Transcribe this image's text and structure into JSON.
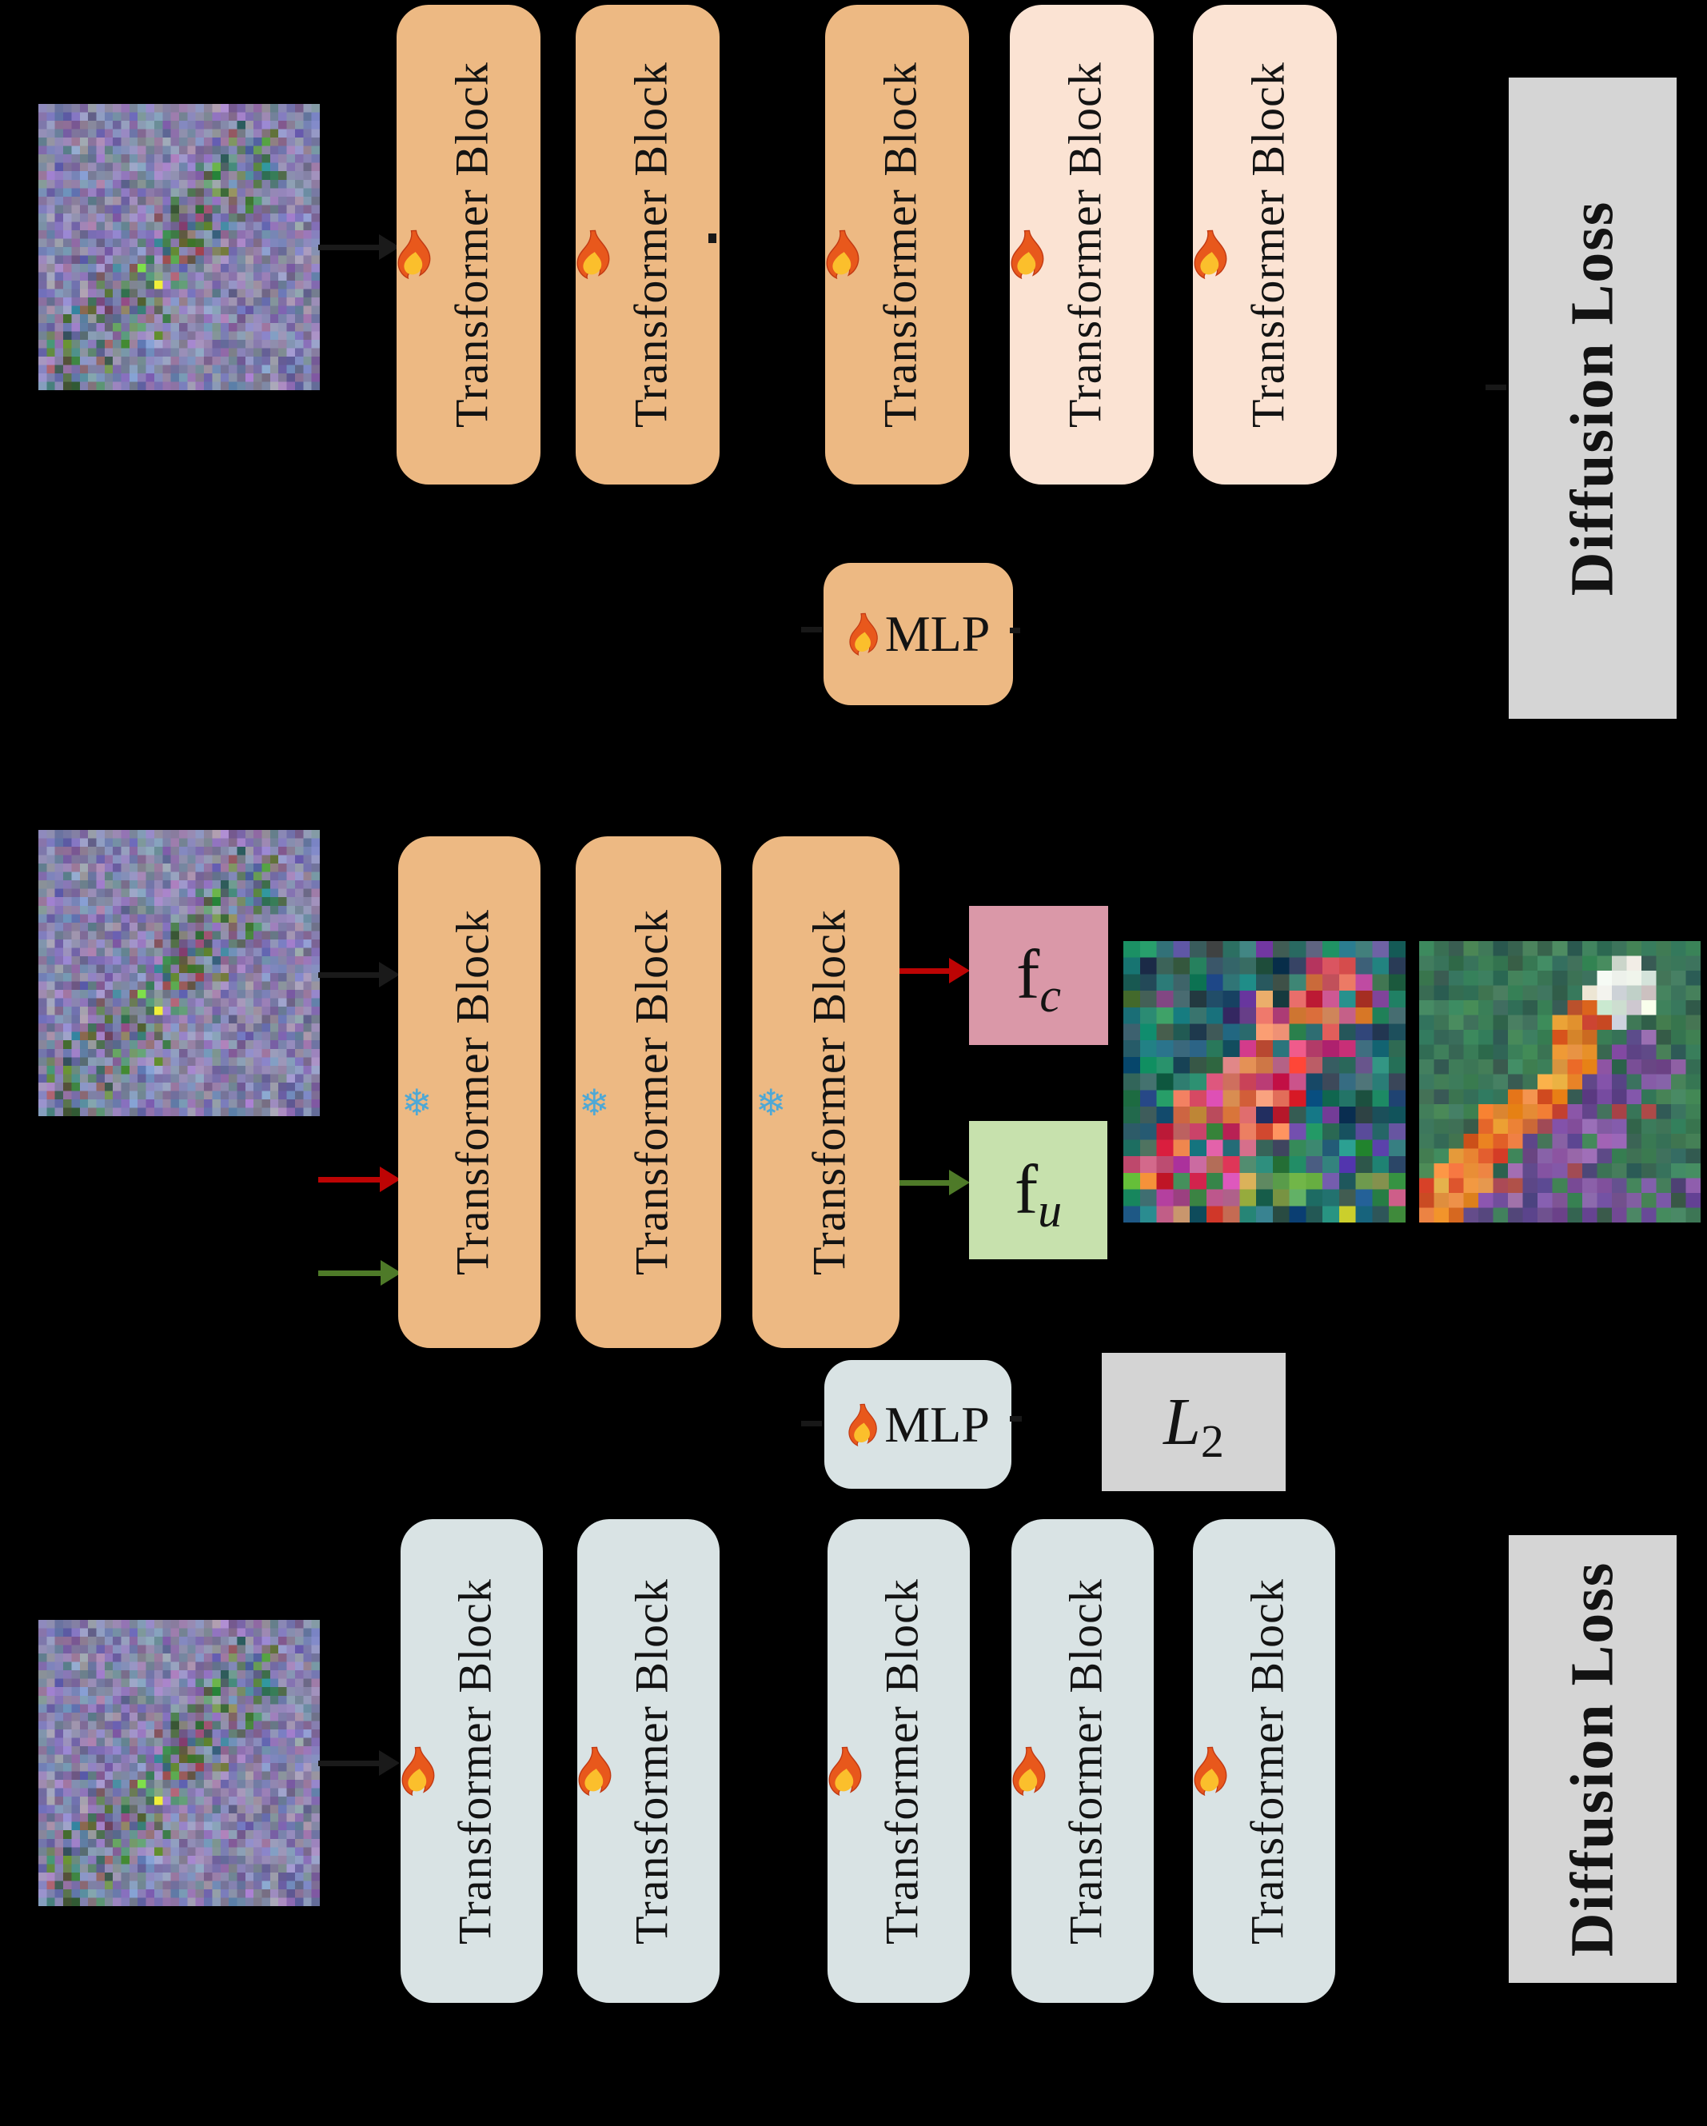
{
  "labels": {
    "transformer_block": "Transformer Block",
    "mlp": "MLP",
    "diffusion_loss": "Diffusion Loss"
  },
  "boxes": {
    "fc": {
      "base": "f",
      "sub": "c"
    },
    "fu": {
      "base": "f",
      "sub": "u"
    },
    "l2": {
      "base": "L",
      "sub": "2"
    }
  },
  "icons": {
    "snowflake": "❄",
    "fire": "🔥"
  },
  "colors": {
    "background": "#000000",
    "trainable_block_orange": "#EDB983",
    "trainable_block_peach": "#FBE3D3",
    "trainable_block_bluegray": "#D9E3E4",
    "loss_gray": "#D5D5D5",
    "l2_gray": "#D4D4D4",
    "fc_pink": "#DA98A8",
    "fu_green": "#C7E1AD",
    "arrow_black": "#1A1A1A",
    "arrow_red": "#BD0404",
    "arrow_green": "#4E7A28",
    "snowflake_blue": "#4FA8D5",
    "text": "#131313"
  },
  "pixel_images": {
    "input": {
      "seed": 11,
      "cells": 34,
      "bg": [
        "#8d89b2",
        "#807da8",
        "#9792bb",
        "#74719e",
        "#8a86ae",
        "#9b96c0",
        "#6e6c98",
        "#857fa6"
      ],
      "bg_jitter": 22,
      "line": {
        "u1": 0.14,
        "v1": 0.9,
        "u2": 0.74,
        "v2": 0.22,
        "w": 0.13
      },
      "bird": [
        "#56794e",
        "#47704a",
        "#6b8a58",
        "#9a6a7a",
        "#4a7a8a",
        "#8a5a6a",
        "#3f6b44",
        "#7a9a66",
        "#607f8f"
      ],
      "bird_jitter": 30,
      "bird_p": 0.5,
      "accents": [
        {
          "u": 0.42,
          "v": 0.63,
          "c": "#f0ee3a"
        },
        {
          "u": 0.38,
          "v": 0.58,
          "c": "#7ee04a"
        }
      ]
    },
    "noisy_output": {
      "seed": 5,
      "cells": 17,
      "bg": [
        "#2a6b68",
        "#1f5868",
        "#2f7a70",
        "#31566e",
        "#254f58",
        "#3a7a6c",
        "#203f52",
        "#2a8a7a",
        "#6a4a9a",
        "#2f6b44"
      ],
      "bg_jitter": 26,
      "line": {
        "u1": 0.2,
        "v1": 0.88,
        "u2": 0.72,
        "v2": 0.22,
        "w": 0.16
      },
      "bird": [
        "#c9506e",
        "#e06280",
        "#d97a50",
        "#b83a68",
        "#e08a58",
        "#c22a40",
        "#d862a2",
        "#e8a06a",
        "#b04a88",
        "#e85a3a"
      ],
      "bird_jitter": 30,
      "bird_p": 0.85,
      "bands": [
        {
          "v0": 0.8,
          "v1": 1.0,
          "p": 0.65,
          "colors": [
            "#3a8a4a",
            "#7aa03a",
            "#c8b83a",
            "#4a9a5a",
            "#8a9a4a",
            "#2a7a8a",
            "#c86a8a",
            "#58b050"
          ]
        }
      ]
    },
    "clean_output": {
      "seed": 3,
      "cells": 19,
      "bg": [
        "#3e7a58",
        "#38745a",
        "#45855e",
        "#32604e",
        "#3b7a55"
      ],
      "bg_jitter": 9,
      "line": {
        "u1": 0.08,
        "v1": 0.93,
        "u2": 0.72,
        "v2": 0.2,
        "w": 0.09
      },
      "bird": [
        "#e07820",
        "#ea9038",
        "#d55f28",
        "#f2a342",
        "#c84a28",
        "#e8863a"
      ],
      "bird_jitter": 16,
      "bird_p": 0.95,
      "head": {
        "u": 0.73,
        "v": 0.17,
        "r": 0.13,
        "colors": [
          "#e6e8e0",
          "#d5ddd5",
          "#c2ccc8",
          "#f2f4ee"
        ]
      },
      "shadow": {
        "w0": 0.09,
        "w1": 0.34,
        "p": 0.8,
        "colors": [
          "#7a4f9a",
          "#8a5aa8",
          "#64458a",
          "#53407c",
          "#9a6ab0",
          "#a84a50"
        ]
      },
      "bands": [
        {
          "v0": 0.86,
          "v1": 1.0,
          "p": 0.5,
          "colors": [
            "#6a4a8f",
            "#7a55a0",
            "#4a3a6f",
            "#8a62a8"
          ]
        }
      ]
    }
  }
}
